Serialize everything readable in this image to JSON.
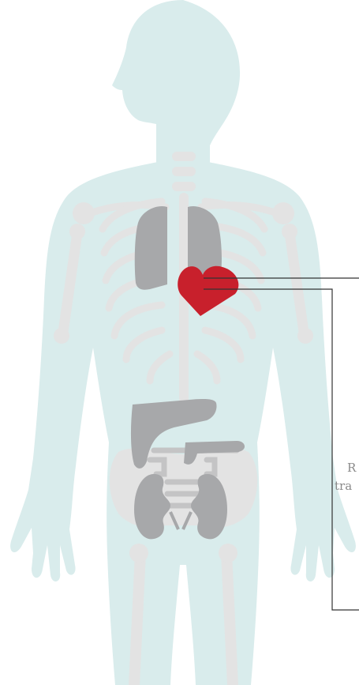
{
  "colors": {
    "body_silhouette": "#d9ecec",
    "skeleton": "#e3e3e3",
    "organs": "#a7a8aa",
    "intestine": "#c4c4c5",
    "heart": "#c8202c",
    "leader_line": "#333333",
    "label_text": "#8a8a8a"
  },
  "figure": {
    "subject": "human-body",
    "highlighted_organ": "heart-icon"
  },
  "labels": {
    "cropped_line_1": "R",
    "cropped_line_2": "tra"
  }
}
